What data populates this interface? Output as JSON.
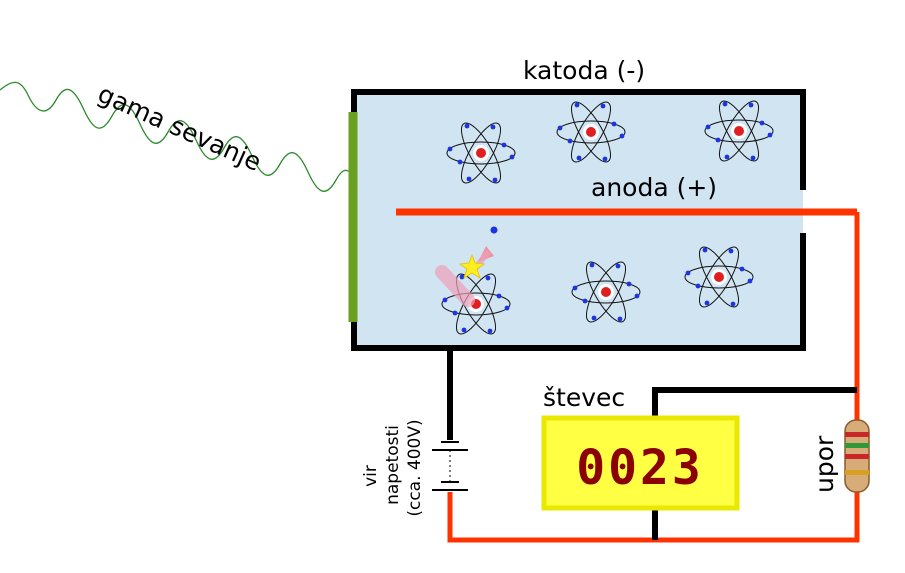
{
  "labels": {
    "radiation": "gama sevanje",
    "cathode": "katoda (-)",
    "anode": "anoda (+)",
    "counter": "števec",
    "resistor": "upor",
    "source_line1": "vir",
    "source_line2": "napetosti",
    "source_line3": "(cca. 400V)"
  },
  "counter": {
    "display": "0023"
  },
  "colors": {
    "chamber_fill": "#d0e4f2",
    "frame": "#000000",
    "anode_wire": "#ff3300",
    "window": "#6aa020",
    "radiation_wave": "#2e8b2e",
    "counter_fill": "#ffff44",
    "counter_border": "#e8e800",
    "counter_digits": "#8b0000",
    "nucleus": "#e02020",
    "electron": "#1c35e0"
  },
  "icons": [
    "atom-icon",
    "battery-icon",
    "resistor-icon",
    "impact-star-icon"
  ]
}
